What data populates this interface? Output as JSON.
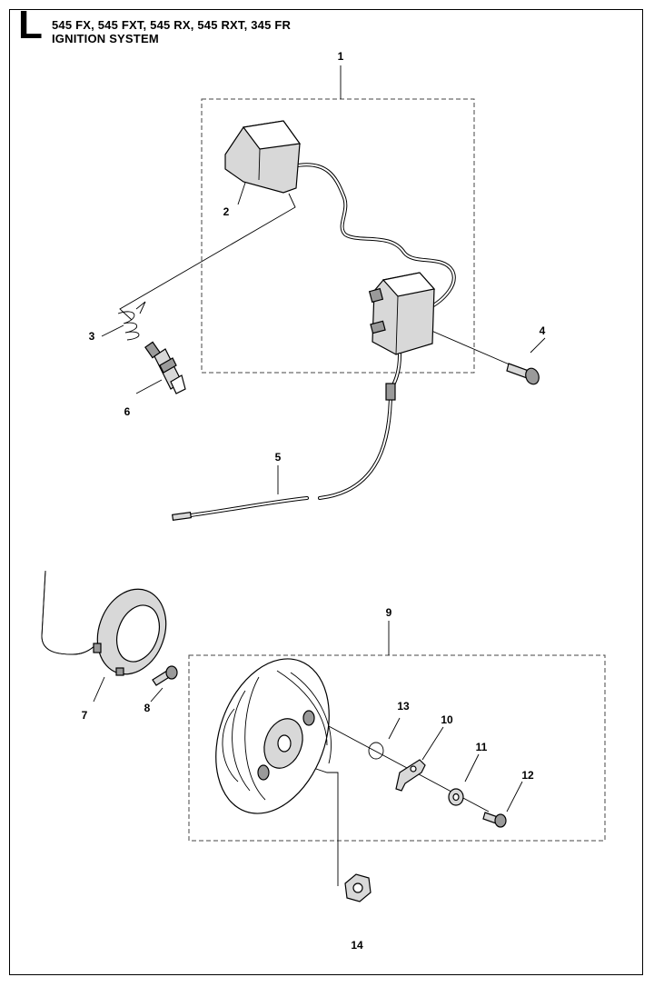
{
  "header": {
    "section_letter": "L",
    "models": "545 FX, 545 FXT, 545 RX, 545 RXT, 345 FR",
    "section_title": "IGNITION SYSTEM"
  },
  "callouts": [
    "1",
    "2",
    "3",
    "4",
    "5",
    "6",
    "7",
    "8",
    "9",
    "10",
    "11",
    "12",
    "13",
    "14"
  ]
}
